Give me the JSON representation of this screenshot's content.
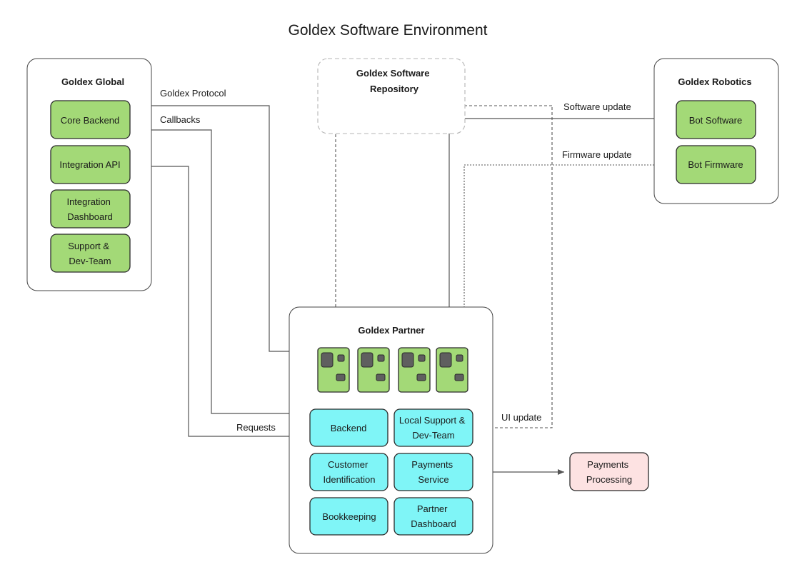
{
  "title": "Goldex Software Environment",
  "colors": {
    "green_node": "#a3d977",
    "cyan_node": "#7ff5f7",
    "pink_node": "#fde2e2",
    "device_screen": "#5f5f5f",
    "border": "#2a2a2a",
    "group_border": "#444444",
    "edge": "#555555"
  },
  "groups": {
    "global": {
      "title": "Goldex Global",
      "nodes": [
        "Core Backend",
        "Integration API",
        [
          "Integration",
          "Dashboard"
        ],
        [
          "Support &",
          "Dev-Team"
        ]
      ]
    },
    "repository": {
      "title_lines": [
        "Goldex Software",
        "Repository"
      ]
    },
    "robotics": {
      "title": "Goldex Robotics",
      "nodes": [
        "Bot Software",
        "Bot Firmware"
      ]
    },
    "partner": {
      "title": "Goldex Partner",
      "device_count": 4,
      "nodes": [
        "Backend",
        [
          "Local Support &",
          "Dev-Team"
        ],
        [
          "Customer",
          "Identification"
        ],
        [
          "Payments",
          "Service"
        ],
        "Bookkeeping",
        [
          "Partner",
          "Dashboard"
        ]
      ]
    }
  },
  "external": {
    "payments_processing": [
      "Payments",
      "Processing"
    ]
  },
  "edges": {
    "goldex_protocol": "Goldex Protocol",
    "callbacks": "Callbacks",
    "requests": "Requests",
    "software_update": "Software update",
    "firmware_update": "Firmware update",
    "ui_update": "UI update"
  }
}
